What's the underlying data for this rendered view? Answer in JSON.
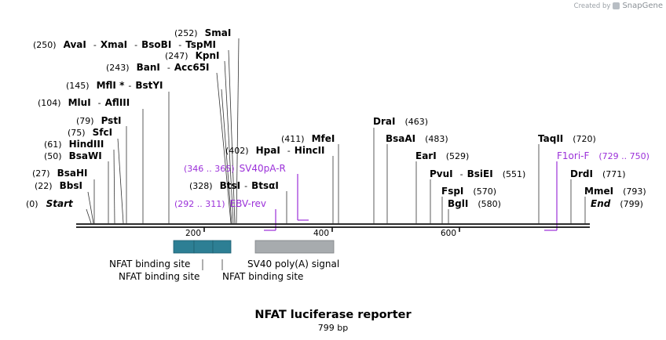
{
  "credit": {
    "prefix": "Created by",
    "brand": "SnapGene"
  },
  "map": {
    "name": "NFAT luciferase reporter",
    "length_label": "799 bp",
    "length": 799
  },
  "ruler": {
    "ticks": [
      {
        "pos": 200,
        "label": "200"
      },
      {
        "pos": 400,
        "label": "400"
      },
      {
        "pos": 600,
        "label": "600"
      }
    ]
  },
  "sites": [
    {
      "pos": "(0)",
      "name": "Start",
      "italic": true
    },
    {
      "pos": "(22)",
      "name": "BbsI"
    },
    {
      "pos": "(27)",
      "name": "BsaHI"
    },
    {
      "pos": "(50)",
      "name": "BsaWI"
    },
    {
      "pos": "(61)",
      "name": "HindIII"
    },
    {
      "pos": "(75)",
      "name": "SfcI"
    },
    {
      "pos": "(79)",
      "name": "PstI"
    },
    {
      "pos": "(104)",
      "name": "MluI",
      "name2": "AflIII"
    },
    {
      "pos": "(145)",
      "name": "MflI *",
      "name2": "BstYI"
    },
    {
      "pos": "(243)",
      "name": "BanI",
      "name2": "Acc65I"
    },
    {
      "pos": "(247)",
      "name": "KpnI"
    },
    {
      "pos": "(250)",
      "name": "AvaI",
      "name2": "XmaI",
      "name3": "BsoBI",
      "name4": "TspMI"
    },
    {
      "pos": "(252)",
      "name": "SmaI"
    },
    {
      "pos": "(328)",
      "name": "BtsI",
      "name2": "BtsαI"
    },
    {
      "pos": "(402)",
      "name": "HpaI",
      "name2": "HincII"
    },
    {
      "pos": "(411)",
      "name": "MfeI"
    },
    {
      "pos": "(463)",
      "name": "DraI"
    },
    {
      "pos": "(483)",
      "name": "BsaAI"
    },
    {
      "pos": "(529)",
      "name": "EarI"
    },
    {
      "pos": "(551)",
      "name": "PvuI",
      "name2": "BsiEI"
    },
    {
      "pos": "(570)",
      "name": "FspI"
    },
    {
      "pos": "(580)",
      "name": "BglI"
    },
    {
      "pos": "(720)",
      "name": "TaqII"
    },
    {
      "pos": "(771)",
      "name": "DrdI"
    },
    {
      "pos": "(793)",
      "name": "MmeI"
    },
    {
      "pos": "(799)",
      "name": "End",
      "italic": true
    }
  ],
  "primers": [
    {
      "range": "(292 .. 311)",
      "name": "EBV-rev"
    },
    {
      "range": "(346 .. 365)",
      "name": "SV40pA-R"
    },
    {
      "range": "(729 .. 750)",
      "name": "F1ori-F"
    }
  ],
  "features": [
    {
      "name": "NFAT binding site"
    },
    {
      "name": "NFAT binding site"
    },
    {
      "name": "NFAT binding site"
    },
    {
      "name": "SV40 poly(A) signal"
    }
  ],
  "colors": {
    "primer": "#9b30d9",
    "nfat_feature": "#2d7f94",
    "polya_feature": "#a7abae",
    "backbone": "#111111"
  }
}
